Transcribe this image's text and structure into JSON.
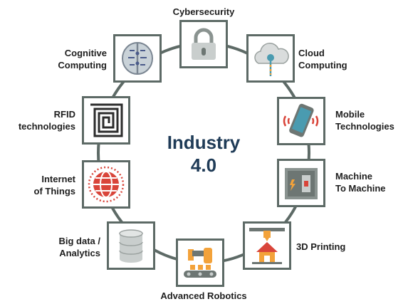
{
  "title": {
    "line1": "Industry",
    "line2": "4.0"
  },
  "nodes": [
    {
      "label": [
        "Cybersecurity"
      ],
      "icon": "padlock-icon"
    },
    {
      "label": [
        "Cloud",
        "Computing"
      ],
      "icon": "cloud-icon"
    },
    {
      "label": [
        "Mobile",
        "Technologies"
      ],
      "icon": "smartphone-icon"
    },
    {
      "label": [
        "Machine",
        "To Machine"
      ],
      "icon": "control-panel-icon"
    },
    {
      "label": [
        "3D Printing"
      ],
      "icon": "3d-printer-icon"
    },
    {
      "label": [
        "Advanced Robotics"
      ],
      "icon": "robot-arm-icon"
    },
    {
      "label": [
        "Big data /",
        "Analytics"
      ],
      "icon": "database-icon"
    },
    {
      "label": [
        "Internet",
        "of Things"
      ],
      "icon": "globe-icon"
    },
    {
      "label": [
        "RFID",
        "technologies"
      ],
      "icon": "rfid-chip-icon"
    },
    {
      "label": [
        "Cognitive",
        "Computing"
      ],
      "icon": "brain-chip-icon"
    }
  ],
  "colors": {
    "ring": "#5d6a66",
    "title": "#1f3b57",
    "accent_teal": "#4a9bb0",
    "accent_red": "#d9453a",
    "accent_orange": "#f3a23a"
  }
}
